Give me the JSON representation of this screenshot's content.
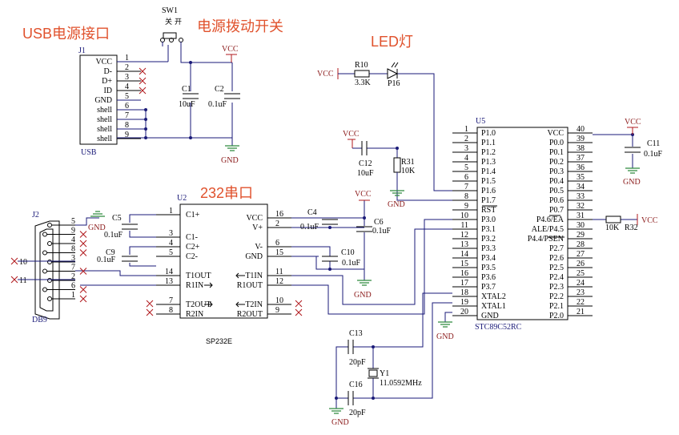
{
  "annotations": {
    "usb": "USB电源接口",
    "switch": "电源拨动开关",
    "led": "LED灯",
    "uart": "232串口"
  },
  "j1": {
    "ref": "J1",
    "name": "USB",
    "pins": [
      {
        "num": "1",
        "label": "VCC"
      },
      {
        "num": "2",
        "label": "D-"
      },
      {
        "num": "3",
        "label": "D+"
      },
      {
        "num": "4",
        "label": "ID"
      },
      {
        "num": "5",
        "label": "GND"
      },
      {
        "num": "6",
        "label": "shell"
      },
      {
        "num": "7",
        "label": "shell"
      },
      {
        "num": "8",
        "label": "shell"
      },
      {
        "num": "9",
        "label": "shell"
      }
    ]
  },
  "sw1": {
    "ref": "SW1",
    "pos_a": "关",
    "pos_b": "开"
  },
  "power_caps": [
    {
      "ref": "C1",
      "value": "10uF"
    },
    {
      "ref": "C2",
      "value": "0.1uF"
    }
  ],
  "power_labels": {
    "vcc": "VCC",
    "gnd": "GND"
  },
  "led_circuit": {
    "vcc": "VCC",
    "resistor": {
      "ref": "R10",
      "value": "3.3K"
    },
    "led_ref": "P16"
  },
  "reset_circuit": {
    "vcc": "VCC",
    "cap": {
      "ref": "C12",
      "value": "10uF"
    },
    "resistor": {
      "ref": "R31",
      "value": "10K"
    },
    "gnd": "GND"
  },
  "u2": {
    "ref": "U2",
    "part": "SP232E",
    "left": [
      {
        "num": "1",
        "label": "C1+"
      },
      {
        "num": "3",
        "label": "C1-"
      },
      {
        "num": "4",
        "label": "C2+"
      },
      {
        "num": "5",
        "label": "C2-"
      },
      {
        "num": "14",
        "label": "T1OUT"
      },
      {
        "num": "13",
        "label": "R1IN"
      },
      {
        "num": "7",
        "label": "T2OUT"
      },
      {
        "num": "8",
        "label": "R2IN"
      }
    ],
    "right": [
      {
        "num": "16",
        "label": "VCC"
      },
      {
        "num": "2",
        "label": "V+"
      },
      {
        "num": "6",
        "label": "V-"
      },
      {
        "num": "15",
        "label": "GND"
      },
      {
        "num": "11",
        "label": "T1IN"
      },
      {
        "num": "12",
        "label": "R1OUT"
      },
      {
        "num": "10",
        "label": "T2IN"
      },
      {
        "num": "9",
        "label": "R2OUT"
      }
    ]
  },
  "uart_caps": [
    {
      "ref": "C5",
      "value": "0.1uF"
    },
    {
      "ref": "C9",
      "value": "0.1uF"
    },
    {
      "ref": "C4",
      "value": "0.1uF"
    },
    {
      "ref": "C6",
      "value": "0.1uF"
    },
    {
      "ref": "C10",
      "value": "0.1uF"
    }
  ],
  "uart_labels": {
    "vcc": "VCC",
    "gnd1": "GND",
    "gnd2": "GND"
  },
  "j2": {
    "ref": "J2",
    "name": "DB9",
    "pins": [
      "5",
      "9",
      "4",
      "8",
      "3",
      "7",
      "2",
      "6",
      "1"
    ],
    "nets": [
      "10",
      "11"
    ]
  },
  "u5": {
    "ref": "U5",
    "part": "STC89C52RC",
    "left": [
      {
        "num": "1",
        "label": "P1.0"
      },
      {
        "num": "2",
        "label": "P1.1"
      },
      {
        "num": "3",
        "label": "P1.2"
      },
      {
        "num": "4",
        "label": "P1.3"
      },
      {
        "num": "5",
        "label": "P1.4"
      },
      {
        "num": "6",
        "label": "P1.5"
      },
      {
        "num": "7",
        "label": "P1.6"
      },
      {
        "num": "8",
        "label": "P1.7"
      },
      {
        "num": "9",
        "label": "RST"
      },
      {
        "num": "10",
        "label": "P3.0"
      },
      {
        "num": "11",
        "label": "P3.1"
      },
      {
        "num": "12",
        "label": "P3.2"
      },
      {
        "num": "13",
        "label": "P3.3"
      },
      {
        "num": "14",
        "label": "P3.4"
      },
      {
        "num": "15",
        "label": "P3.5"
      },
      {
        "num": "16",
        "label": "P3.6"
      },
      {
        "num": "17",
        "label": "P3.7"
      },
      {
        "num": "18",
        "label": "XTAL2"
      },
      {
        "num": "19",
        "label": "XTAL1"
      },
      {
        "num": "20",
        "label": "GND"
      }
    ],
    "right": [
      {
        "num": "40",
        "label": "VCC"
      },
      {
        "num": "39",
        "label": "P0.0"
      },
      {
        "num": "38",
        "label": "P0.1"
      },
      {
        "num": "37",
        "label": "P0.2"
      },
      {
        "num": "36",
        "label": "P0.3"
      },
      {
        "num": "35",
        "label": "P0.4"
      },
      {
        "num": "34",
        "label": "P0.5"
      },
      {
        "num": "33",
        "label": "P0.6"
      },
      {
        "num": "32",
        "label": "P0.7"
      },
      {
        "num": "31",
        "label": "P4.6/EA"
      },
      {
        "num": "30",
        "label": "ALE/P4.5"
      },
      {
        "num": "29",
        "label": "P4.4/PSEN"
      },
      {
        "num": "28",
        "label": "P2.7"
      },
      {
        "num": "27",
        "label": "P2.6"
      },
      {
        "num": "26",
        "label": "P2.5"
      },
      {
        "num": "25",
        "label": "P2.4"
      },
      {
        "num": "24",
        "label": "P2.3"
      },
      {
        "num": "23",
        "label": "P2.2"
      },
      {
        "num": "22",
        "label": "P2.1"
      },
      {
        "num": "21",
        "label": "P2.0"
      }
    ]
  },
  "mcu_periph": {
    "c11": {
      "ref": "C11",
      "value": "0.1uF"
    },
    "r32": {
      "ref": "R32",
      "value": "10K"
    },
    "vcc": "VCC",
    "gnd_c11": "GND",
    "gnd_mcu": "GND"
  },
  "crystal": {
    "c13": {
      "ref": "C13",
      "value": "20pF"
    },
    "c16": {
      "ref": "C16",
      "value": "20pF"
    },
    "y1": {
      "ref": "Y1",
      "value": "11.0592MHz"
    },
    "gnd": "GND"
  }
}
